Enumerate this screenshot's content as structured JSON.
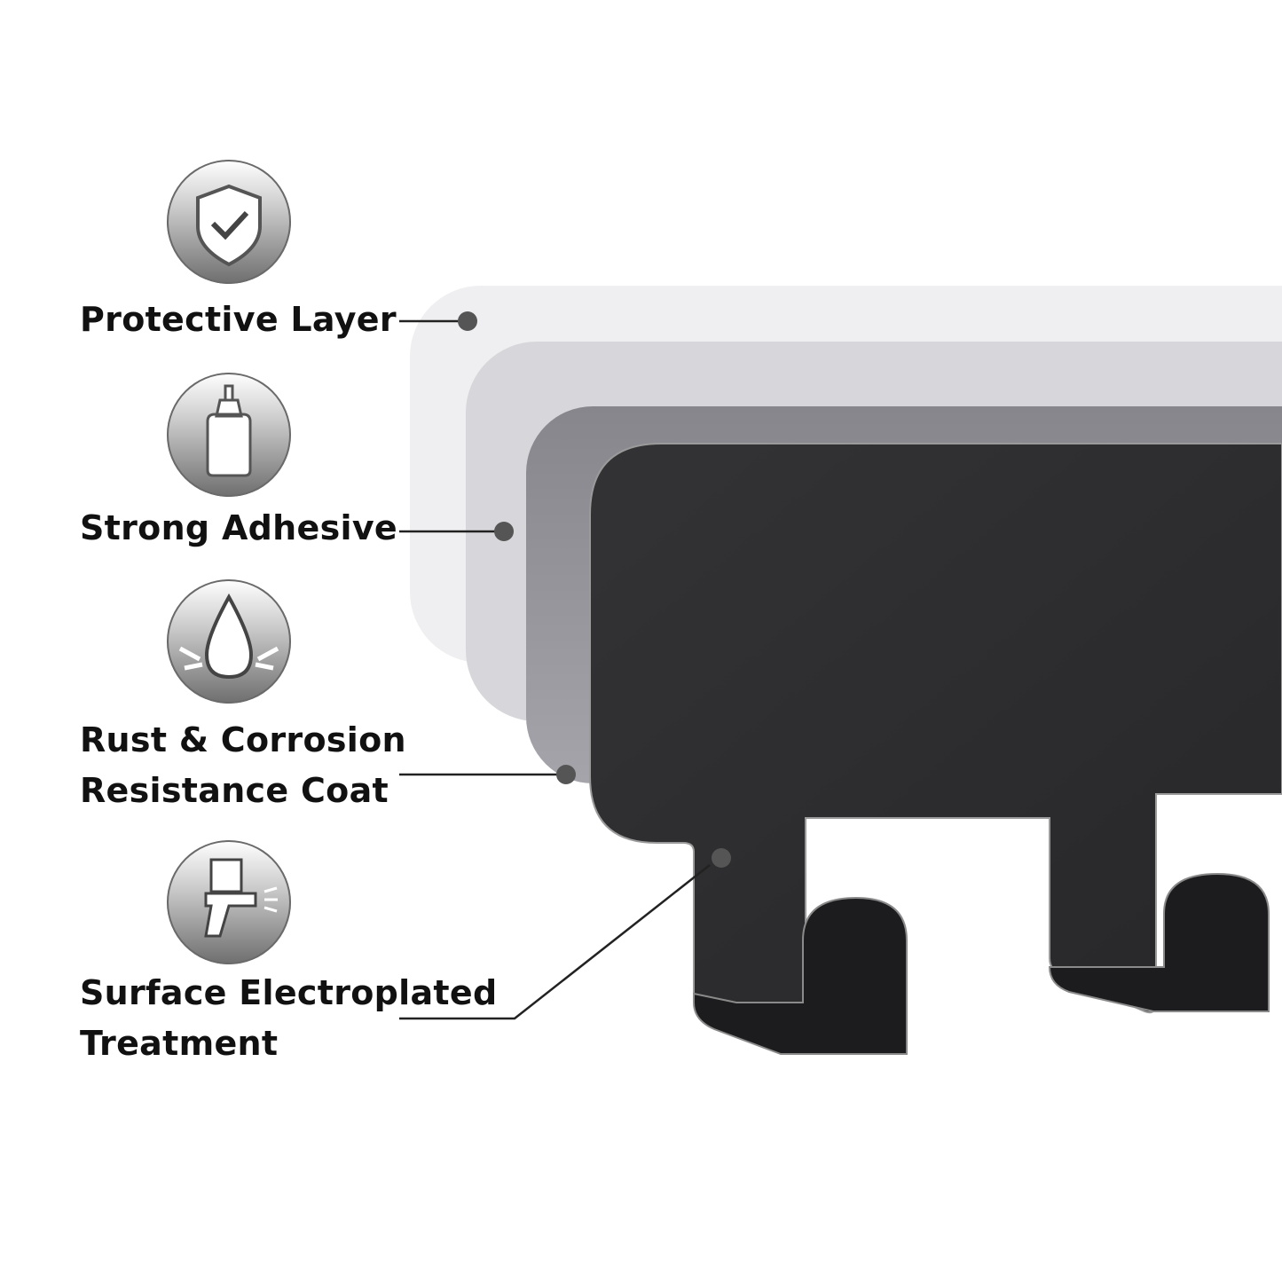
{
  "features": [
    {
      "label_lines": [
        "Protective Layer"
      ],
      "icon": "shield-check-icon"
    },
    {
      "label_lines": [
        "Strong Adhesive"
      ],
      "icon": "glue-bottle-icon"
    },
    {
      "label_lines": [
        "Rust & Corrosion",
        "Resistance Coat"
      ],
      "icon": "water-drop-icon"
    },
    {
      "label_lines": [
        "Surface Electroplated",
        "Treatment"
      ],
      "icon": "spray-gun-icon"
    }
  ],
  "colors": {
    "protective_layer": "#eeeef0",
    "adhesive_layer": "#d6d6da",
    "coat_layer": "#8c8c92",
    "metal_plate": "#2e2e30",
    "pointer": "#505050"
  }
}
